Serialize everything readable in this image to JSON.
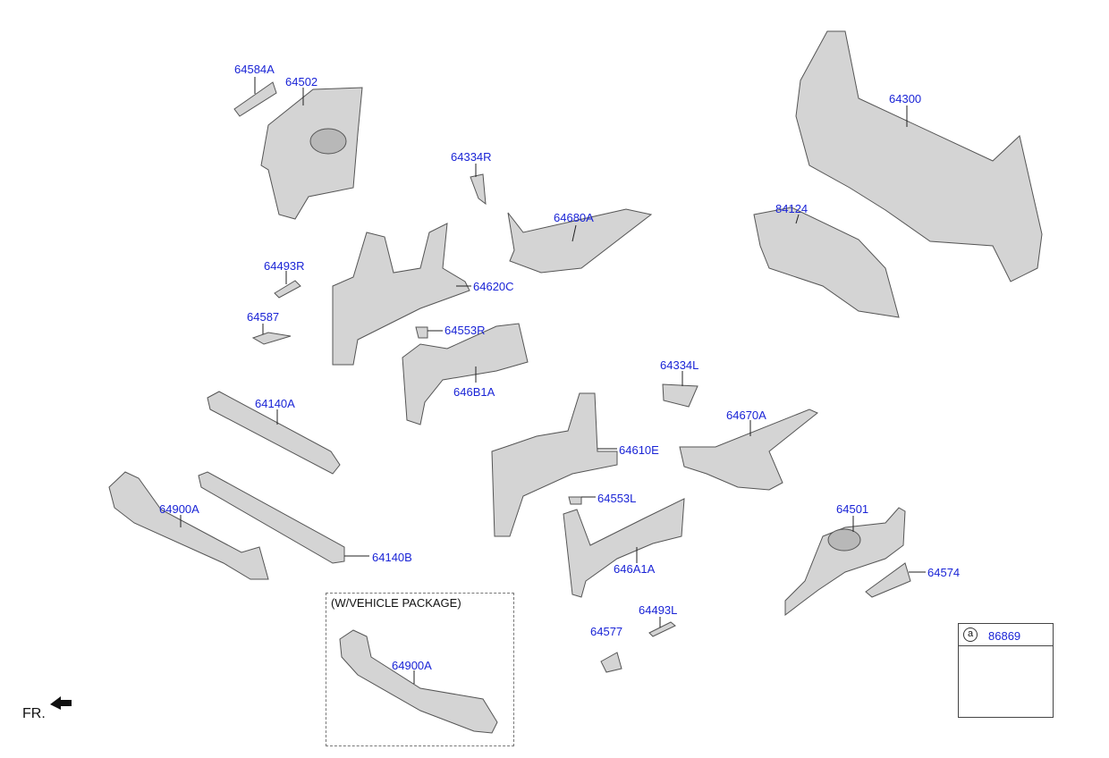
{
  "labels": {
    "p64584A": "64584A",
    "p64502": "64502",
    "p64334R": "64334R",
    "p64680A": "64680A",
    "p64300": "64300",
    "p84124": "84124",
    "p64493R": "64493R",
    "p64620C": "64620C",
    "p64587": "64587",
    "p64553R": "64553R",
    "p646B1A": "646B1A",
    "p64334L": "64334L",
    "p64140A": "64140A",
    "p64670A": "64670A",
    "p64610E": "64610E",
    "p64900A": "64900A",
    "p64553L": "64553L",
    "p64501": "64501",
    "p64140B": "64140B",
    "p646A1A": "646A1A",
    "p64574": "64574",
    "p64493L": "64493L",
    "p64577": "64577",
    "p64900A_pkg": "64900A"
  },
  "package_caption": "(W/VEHICLE PACKAGE)",
  "front_indicator": "FR.",
  "legend": {
    "marker": "a",
    "code": "86869"
  },
  "colors": {
    "label_blue": "#1a24d6",
    "part_fill": "#d4d4d4",
    "part_stroke": "#555555"
  },
  "icons": {
    "front_arrow": "arrow-icon",
    "clip": "clip-icon"
  }
}
